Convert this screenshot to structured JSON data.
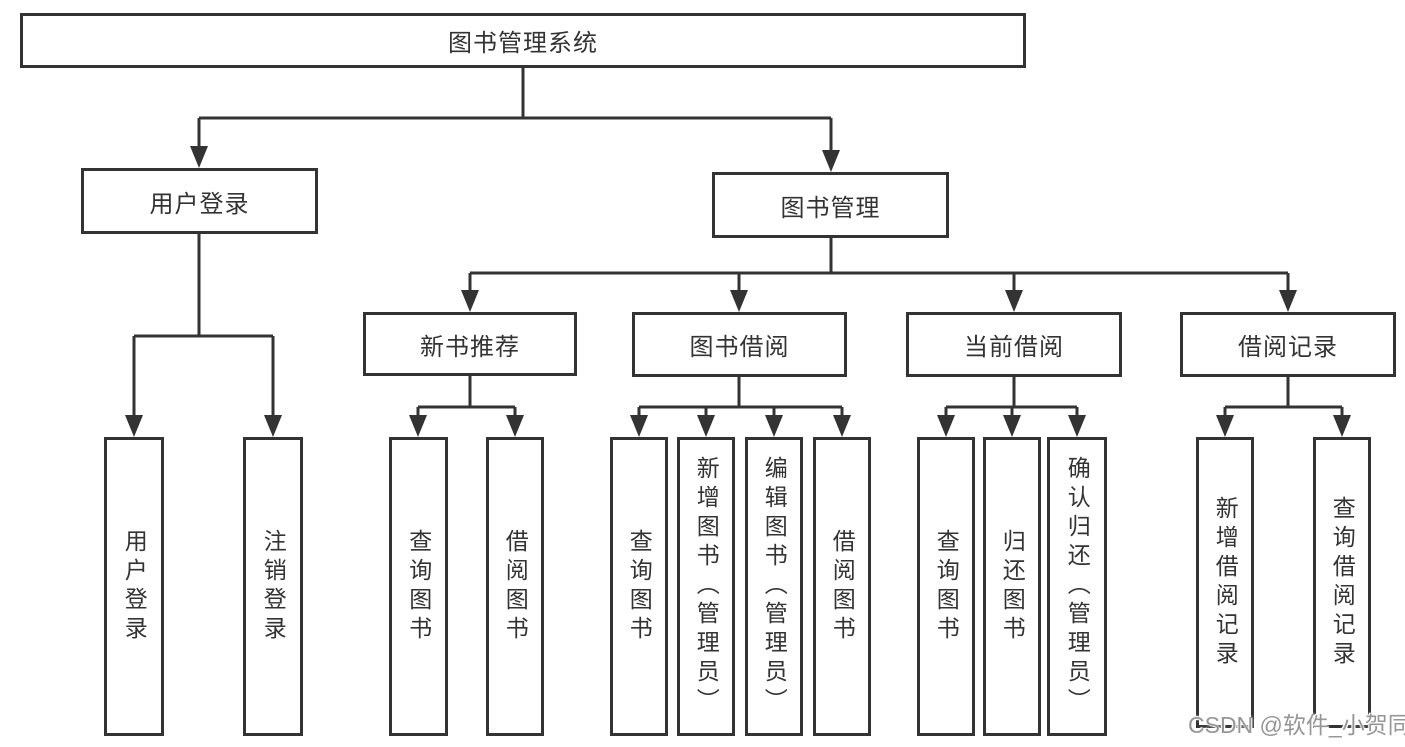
{
  "diagram": {
    "line_color": "#333333",
    "box_background": "#ffffff",
    "nodes": [
      {
        "id": "root",
        "label": "图书管理系统",
        "parent": null
      },
      {
        "id": "user-login",
        "label": "用户登录",
        "parent": "root"
      },
      {
        "id": "book-mgmt",
        "label": "图书管理",
        "parent": "root"
      },
      {
        "id": "login-action",
        "label": "用户登录",
        "parent": "user-login"
      },
      {
        "id": "logout-action",
        "label": "注销登录",
        "parent": "user-login"
      },
      {
        "id": "new-book-rec",
        "label": "新书推荐",
        "parent": "book-mgmt"
      },
      {
        "id": "book-borrow",
        "label": "图书借阅",
        "parent": "book-mgmt"
      },
      {
        "id": "current-borrow",
        "label": "当前借阅",
        "parent": "book-mgmt"
      },
      {
        "id": "borrow-record",
        "label": "借阅记录",
        "parent": "book-mgmt"
      },
      {
        "id": "nbr-query-book",
        "label": "查询图书",
        "parent": "new-book-rec"
      },
      {
        "id": "nbr-borrow-book",
        "label": "借阅图书",
        "parent": "new-book-rec"
      },
      {
        "id": "bb-query-book",
        "label": "查询图书",
        "parent": "book-borrow"
      },
      {
        "id": "bb-add-book",
        "label": "新增图书（管理员）",
        "parent": "book-borrow"
      },
      {
        "id": "bb-edit-book",
        "label": "编辑图书（管理员）",
        "parent": "book-borrow"
      },
      {
        "id": "bb-borrow-book",
        "label": "借阅图书",
        "parent": "book-borrow"
      },
      {
        "id": "cb-query-book",
        "label": "查询图书",
        "parent": "current-borrow"
      },
      {
        "id": "cb-return-book",
        "label": "归还图书",
        "parent": "current-borrow"
      },
      {
        "id": "cb-confirm-return",
        "label": "确认归还（管理员）",
        "parent": "current-borrow"
      },
      {
        "id": "br-add-record",
        "label": "新增借阅记录",
        "parent": "borrow-record"
      },
      {
        "id": "br-query-record",
        "label": "查询借阅记录",
        "parent": "borrow-record"
      }
    ]
  },
  "watermark": {
    "text": "CSDN @软件_小贺同学",
    "color": "#969696"
  }
}
